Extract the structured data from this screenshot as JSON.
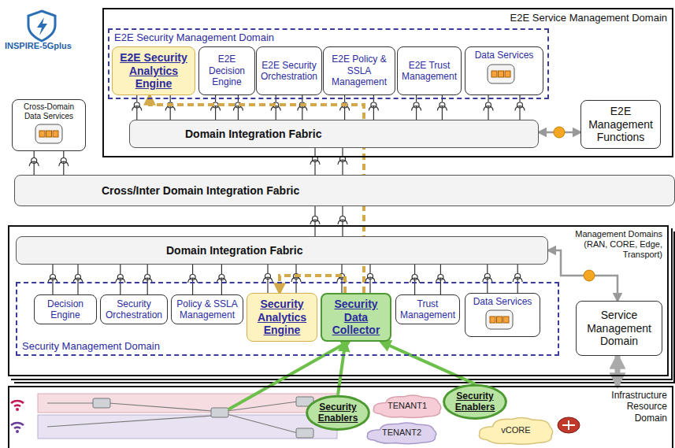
{
  "diagram": {
    "nodes": [
      {
        "text": [
          "E2E Service Management Domain"
        ]
      },
      {
        "text": [
          "E2E Security Management Domain"
        ],
        "in": 0
      },
      {
        "text": [
          "E2E Security Analytics Engine"
        ],
        "in": 1
      },
      {
        "text": [
          "E2E Decision Engine"
        ],
        "in": 1
      },
      {
        "text": [
          "E2E Security Orchestration"
        ],
        "in": 1
      },
      {
        "text": [
          "E2E Policy & SSLA Management"
        ],
        "in": 1
      },
      {
        "text": [
          "E2E Trust Management"
        ],
        "in": 1
      },
      {
        "text": [
          "Data Services"
        ],
        "in": 1
      },
      {
        "text": [
          "Domain Integration Fabric"
        ],
        "in": 0
      },
      {
        "text": [
          "E2E Management Functions"
        ]
      },
      {
        "text": [
          "Cross-Domain Data Services"
        ]
      },
      {
        "text": [
          "Cross/Inter Domain Integration Fabric"
        ]
      },
      {
        "text": [
          "Management Domains (RAN, CORE, Edge, Transport)"
        ]
      },
      {
        "text": [
          "Domain Integration Fabric"
        ],
        "in": 12
      },
      {
        "text": [
          "Security Management Domain"
        ],
        "in": 12
      },
      {
        "text": [
          "Decision Engine"
        ],
        "in": 14
      },
      {
        "text": [
          "Security Orchestration"
        ],
        "in": 14
      },
      {
        "text": [
          "Policy & SSLA Management"
        ],
        "in": 14
      },
      {
        "text": [
          "Security Analytics Engine"
        ],
        "in": 14
      },
      {
        "text": [
          "Security Data Collector"
        ],
        "in": 14
      },
      {
        "text": [
          "Trust Management"
        ],
        "in": 14
      },
      {
        "text": [
          "Data Services"
        ],
        "in": 14
      },
      {
        "text": [
          "Service Management Domain"
        ],
        "in": 12
      },
      {
        "text": [
          "Infrastructure Resource Domain"
        ]
      },
      {
        "text": [
          "Security Enablers"
        ],
        "in": 23
      },
      {
        "text": [
          "Security Enablers"
        ],
        "in": 23
      },
      {
        "text": [
          "TENANT1"
        ],
        "in": 23
      },
      {
        "text": [
          "TENANT2"
        ],
        "in": 23
      },
      {
        "text": [
          "vCORE"
        ],
        "in": 23
      }
    ],
    "edges": [
      {
        "from": 2,
        "to": 8,
        "arrow": "none"
      },
      {
        "from": 3,
        "to": 8,
        "arrow": "none"
      },
      {
        "from": 4,
        "to": 8,
        "arrow": "none"
      },
      {
        "from": 5,
        "to": 8,
        "arrow": "none"
      },
      {
        "from": 6,
        "to": 8,
        "arrow": "none"
      },
      {
        "from": 7,
        "to": 8,
        "arrow": "none"
      },
      {
        "from": 8,
        "to": 9,
        "arrow": "both"
      },
      {
        "from": 10,
        "to": 11,
        "arrow": "none"
      },
      {
        "from": 8,
        "to": 11,
        "arrow": "none"
      },
      {
        "from": 11,
        "to": 13,
        "arrow": "none"
      },
      {
        "from": 15,
        "to": 13,
        "arrow": "none"
      },
      {
        "from": 16,
        "to": 13,
        "arrow": "none"
      },
      {
        "from": 17,
        "to": 13,
        "arrow": "none"
      },
      {
        "from": 18,
        "to": 13,
        "arrow": "none"
      },
      {
        "from": 19,
        "to": 13,
        "arrow": "none"
      },
      {
        "from": 20,
        "to": 13,
        "arrow": "none"
      },
      {
        "from": 21,
        "to": 13,
        "arrow": "none"
      },
      {
        "from": 19,
        "to": 18,
        "arrow": "to"
      },
      {
        "from": 19,
        "to": 2,
        "arrow": "to"
      },
      {
        "from": 13,
        "to": 22,
        "arrow": "both"
      },
      {
        "from": 22,
        "to": 23,
        "arrow": "both"
      },
      {
        "from": 24,
        "to": 19,
        "arrow": "to"
      },
      {
        "from": 25,
        "to": 19,
        "arrow": "to"
      }
    ],
    "labels": [
      "INSPIRE-5Gplus"
    ]
  }
}
